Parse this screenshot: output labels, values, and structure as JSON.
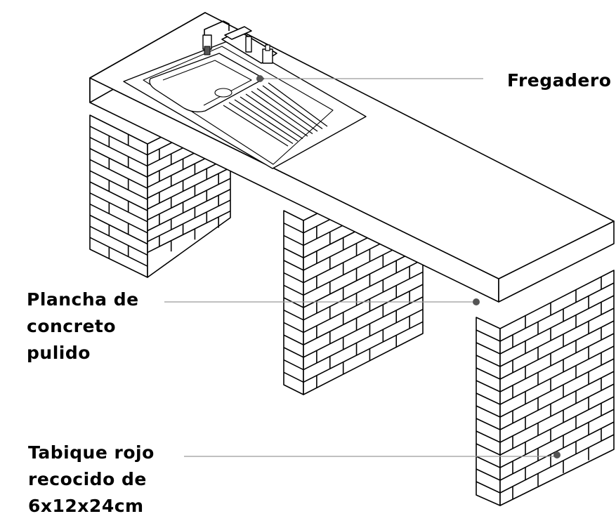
{
  "labels": {
    "sink": [
      "Fregadero"
    ],
    "slab": [
      "Plancha de",
      "concreto",
      "pulido"
    ],
    "brick": [
      "Tabique rojo",
      "recocido de",
      "6x12x24cm"
    ]
  }
}
